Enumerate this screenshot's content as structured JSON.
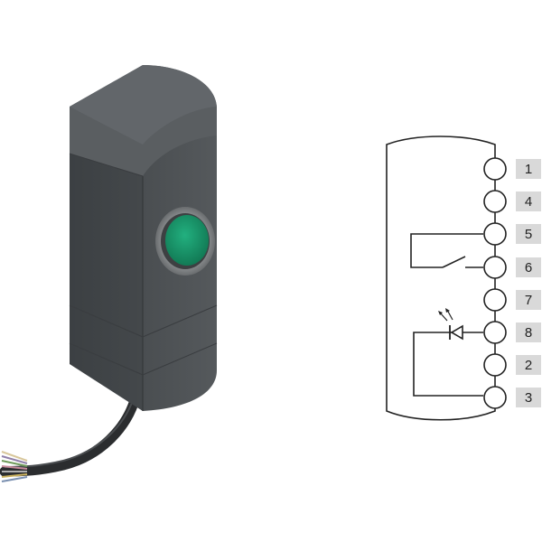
{
  "product": {
    "name": "",
    "button_color": "#1a9e6e",
    "housing_color": "#4f5356"
  },
  "terminals": [
    {
      "label": "1"
    },
    {
      "label": "4"
    },
    {
      "label": "5"
    },
    {
      "label": "6"
    },
    {
      "label": "7"
    },
    {
      "label": "8"
    },
    {
      "label": "2"
    },
    {
      "label": "3"
    }
  ],
  "colors": {
    "label_box": "#d9d9d9",
    "line": "#222222",
    "background": "#ffffff"
  }
}
